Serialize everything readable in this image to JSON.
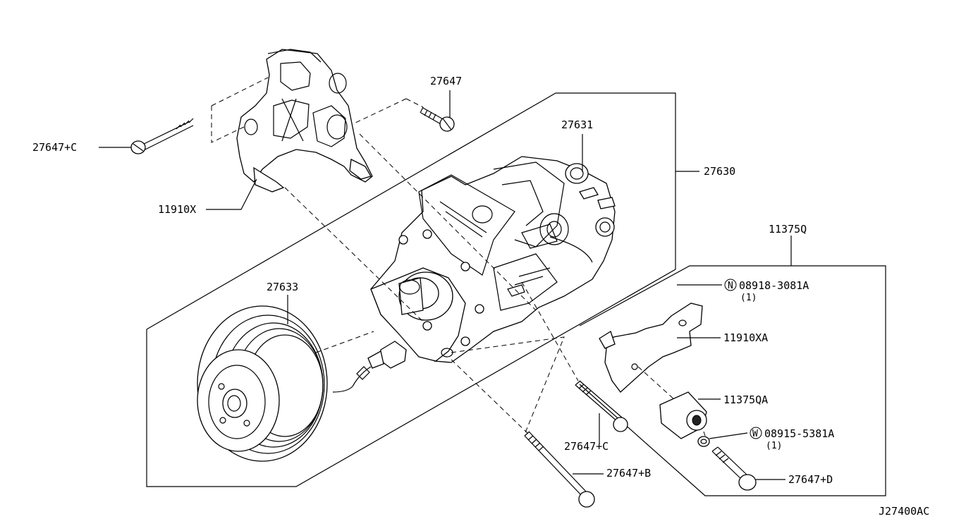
{
  "diagram_id": "J27400AC",
  "callouts": {
    "c27647": "27647",
    "c27631": "27631",
    "c27630": "27630",
    "c27647C_top": "27647+C",
    "c11910X": "11910X",
    "c11375Q": "11375Q",
    "c27633": "27633",
    "c08918": "08918-3081A",
    "c08918_qty": "(1)",
    "c08918_prefix": "N",
    "c11910XA": "11910XA",
    "c11375QA": "11375QA",
    "c08915": "08915-5381A",
    "c08915_qty": "(1)",
    "c08915_prefix": "W",
    "c27647C_bot": "27647+C",
    "c27647B": "27647+B",
    "c27647D": "27647+D"
  }
}
